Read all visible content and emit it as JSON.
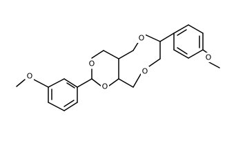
{
  "diagram": {
    "type": "skeletal-structure",
    "background_color": "#ffffff",
    "bond_color": "#000000",
    "atoms": {
      "o_ring_upper_left": "O",
      "o_ring_upper_right": "O",
      "o_ring_lower_left": "O",
      "o_ring_lower_right": "O",
      "o_methoxy_upper": "O",
      "o_methoxy_lower": "O"
    }
  }
}
